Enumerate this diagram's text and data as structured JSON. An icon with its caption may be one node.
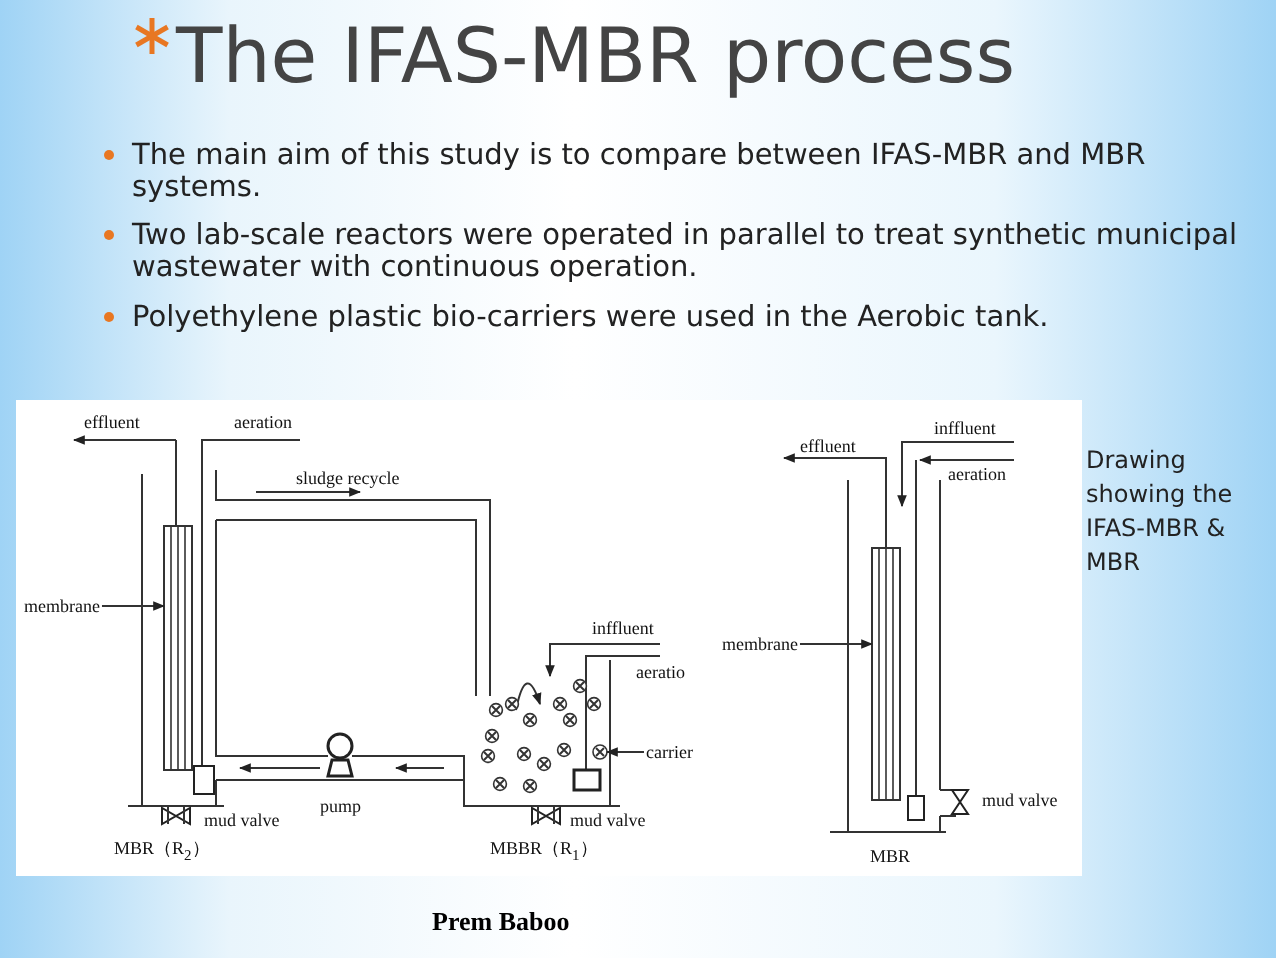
{
  "diagram": {
    "title": "The IFAS-MBR process",
    "nodes": [
      {
        "text": [
          "membrane"
        ]
      },
      {
        "text": [],
        "shape": "box"
      },
      {
        "text": [
          "carrier"
        ]
      },
      {
        "text": [],
        "shape": "circle"
      },
      {
        "text": [
          "membrane"
        ]
      },
      {
        "text": [],
        "shape": "box"
      }
    ],
    "edges": [
      {
        "from": 0,
        "to": 1,
        "arrow": "to"
      },
      {
        "from": 2,
        "to": 3,
        "arrow": "to"
      },
      {
        "from": 4,
        "to": 5,
        "arrow": "to"
      }
    ],
    "labels": [
      "The main aim of this study is to compare between IFAS-MBR and MBR systems.",
      "Two lab-scale reactors were operated in parallel to treat synthetic municipal wastewater with continuous operation.",
      "Polyethylene plastic bio-carriers were used in the Aerobic tank.",
      "effluent",
      "aeration",
      "sludge recycle",
      "inffluent",
      "aeratio",
      "pump",
      "mud valve",
      "MBR（R$_{2}$）",
      "mud valve",
      "MBBR（R$_{1}$）",
      "effluent",
      "inffluent",
      "aeration",
      "mud valve",
      "MBR",
      "Drawing showing the IFAS-MBR & MBR",
      "Prem Baboo"
    ]
  }
}
